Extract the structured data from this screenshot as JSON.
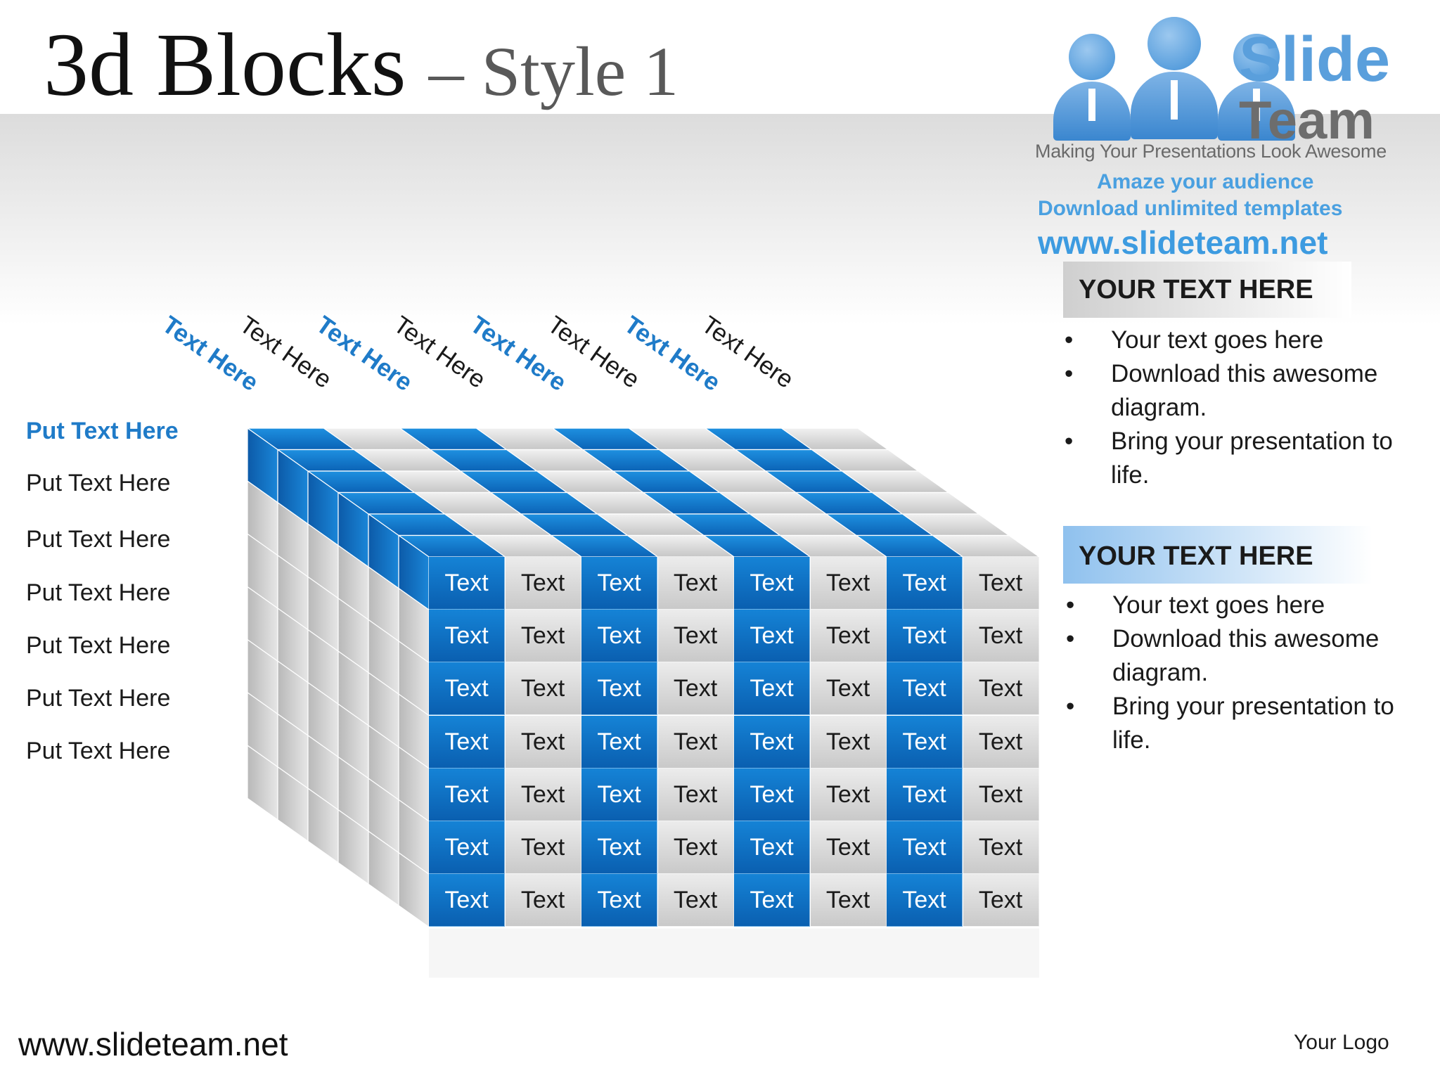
{
  "slide": {
    "title_main": "3d Blocks",
    "title_sub": "– Style 1",
    "footer_url": "www.slideteam.net",
    "your_logo": "Your Logo"
  },
  "logo": {
    "brand_line1": "Slide",
    "brand_line2": "Team",
    "tagline": "Making Your Presentations Look Awesome",
    "promo_line1": "Amaze your audience",
    "promo_line2": "Download unlimited templates",
    "promo_url": "www.slideteam.net"
  },
  "panels": [
    {
      "header": "YOUR TEXT HERE",
      "bullets": [
        "Your text goes here",
        "Download this awesome diagram.",
        "Bring your presentation to life."
      ]
    },
    {
      "header": "YOUR TEXT HERE",
      "bullets": [
        "Your text goes here",
        "Download this awesome diagram.",
        "Bring your presentation to life."
      ]
    }
  ],
  "diagram": {
    "column_labels": [
      "Text Here",
      "Text Here",
      "Text Here",
      "Text Here",
      "Text Here",
      "Text Here",
      "Text Here",
      "Text Here"
    ],
    "column_highlight": [
      true,
      false,
      true,
      false,
      true,
      false,
      true,
      false
    ],
    "row_labels": [
      "Put Text Here",
      "Put Text Here",
      "Put Text Here",
      "Put Text Here",
      "Put Text Here",
      "Put Text Here",
      "Put Text Here"
    ],
    "row_highlight": [
      true,
      false,
      false,
      false,
      false,
      false,
      false
    ],
    "cell_text": "Text",
    "rows": 7,
    "cols": 8,
    "colors": {
      "blue": "#0e6fc2",
      "gray": "#d6d6d6",
      "highlight_text": "#1f7bc8"
    }
  }
}
